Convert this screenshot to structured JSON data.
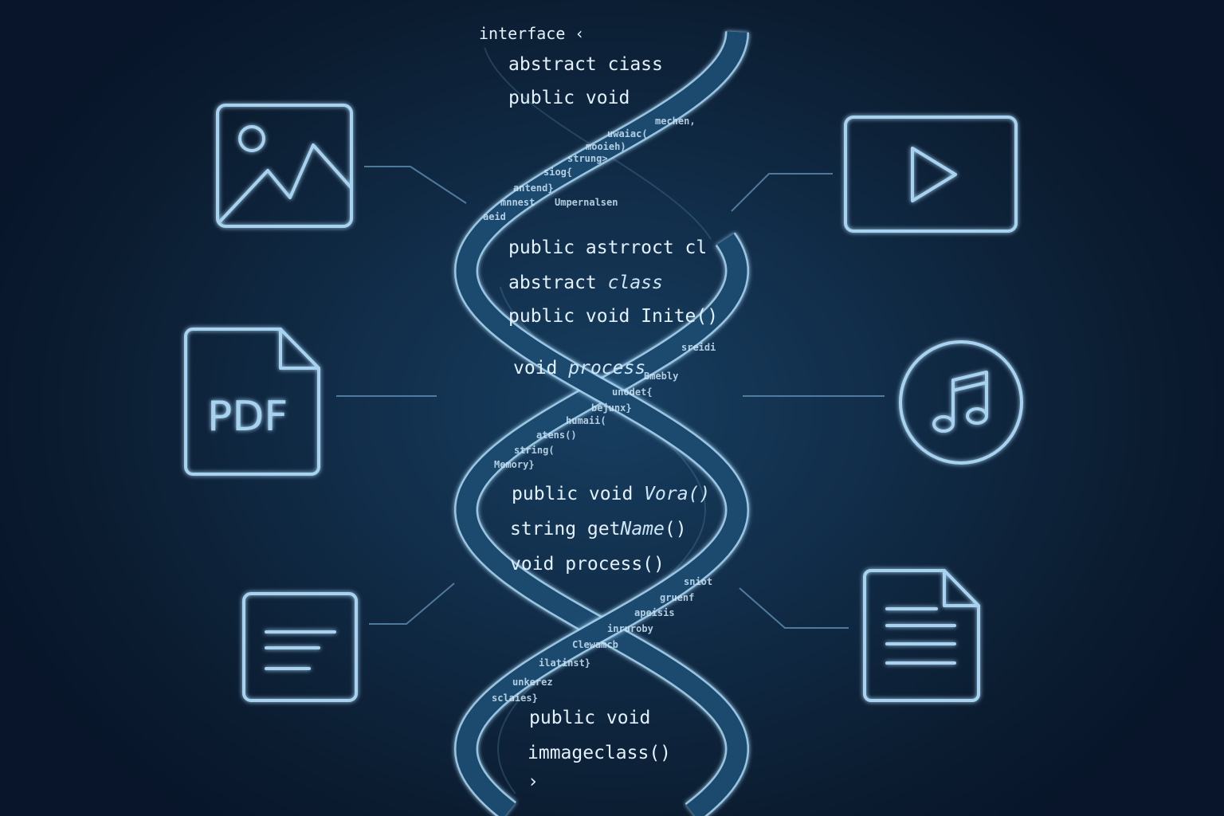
{
  "code": {
    "line1": "interface ‹",
    "line2": "abstract ciass",
    "line3": "public void",
    "line4": "public astrroct cl",
    "line5": {
      "pre": "abstract ",
      "em": "class"
    },
    "line6": "public  void Inite()",
    "line7": {
      "pre": "void ",
      "em": "process"
    },
    "line8": {
      "pre": "public void ",
      "em": "Vora()"
    },
    "line9": {
      "pre": "string get",
      "em": "Name",
      "post": "()"
    },
    "line10": "void process()",
    "line11": "public void",
    "line12": "immageclass()",
    "line13": "›"
  },
  "ribbon_text": [
    "mechen,",
    "uwaiac(",
    "mooieh)",
    "strung>",
    "siog{",
    "antend}",
    "mnnest",
    "Umpernalsen",
    "aeid",
    "sreidi",
    "Bmebly",
    "unodet{",
    "bejunx}",
    "humaii(",
    "atens()",
    "string(",
    "Memory}",
    "sniot",
    "gruenf",
    "apeisis",
    "inruroby",
    "Clewamcb",
    "ilatinst}",
    "unkerez",
    "sclaies}"
  ],
  "icons": {
    "image": "image-icon",
    "video": "play-video-icon",
    "pdf": {
      "name": "pdf-file-icon",
      "label": "PDF"
    },
    "music": "music-note-icon",
    "text": "text-box-icon",
    "document": "document-icon"
  },
  "colors": {
    "background": "#0f2740",
    "accent": "#a8d3f0",
    "ribbon": "#1f4c70"
  }
}
